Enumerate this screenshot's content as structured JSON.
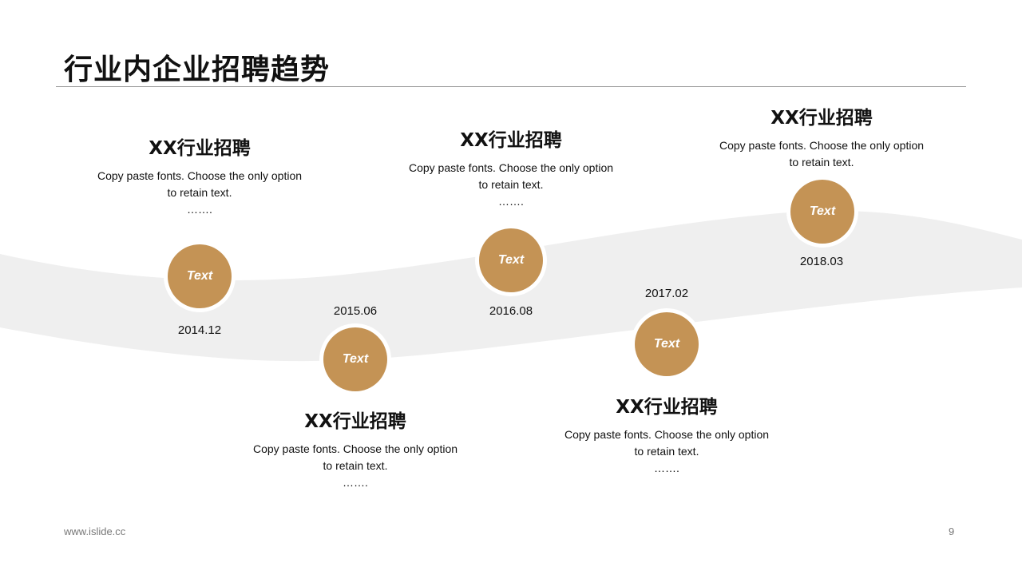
{
  "title": "行业内企业招聘趋势",
  "colors": {
    "accent": "#C49355",
    "band": "#efefef"
  },
  "events": [
    {
      "date": "2014.12",
      "circle": "Text",
      "heading": "XX行业招聘",
      "desc": "Copy paste fonts. Choose the only option to retain text.",
      "dots": "……."
    },
    {
      "date": "2015.06",
      "circle": "Text",
      "heading": "XX行业招聘",
      "desc": "Copy paste fonts. Choose the only option to retain text.",
      "dots": "……."
    },
    {
      "date": "2016.08",
      "circle": "Text",
      "heading": "XX行业招聘",
      "desc": "Copy paste fonts. Choose the only option to retain text.",
      "dots": "……."
    },
    {
      "date": "2017.02",
      "circle": "Text",
      "heading": "XX行业招聘",
      "desc": "Copy paste fonts. Choose the only option to retain text.",
      "dots": "……."
    },
    {
      "date": "2018.03",
      "circle": "Text",
      "heading": "XX行业招聘",
      "desc": "Copy paste fonts. Choose the only option to retain text."
    }
  ],
  "footer": "www.islide.cc",
  "page": "9"
}
